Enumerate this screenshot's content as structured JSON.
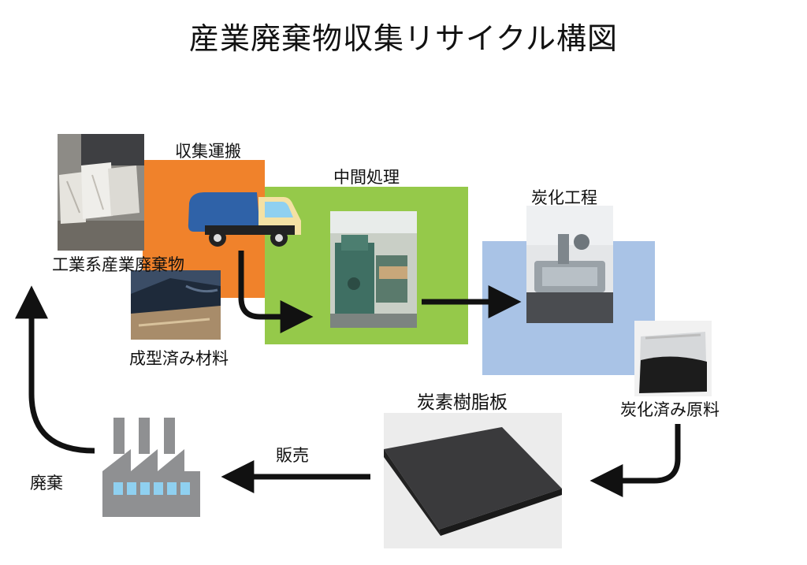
{
  "title": "産業廃棄物収集リサイクル構図",
  "labels": {
    "industrial_waste": "工業系産業廃棄物",
    "molded_material": "成型済み材料",
    "collection_transport": "収集運搬",
    "intermediate_processing": "中間処理",
    "carbonization_process": "炭化工程",
    "carbonized_raw_material": "炭化済み原料",
    "carbon_resin_board": "炭素樹脂板",
    "sales": "販売",
    "disposal": "廃棄"
  },
  "colors": {
    "collection_box": "#f0822b",
    "processing_box": "#95c94a",
    "carbonization_box": "#a9c3e6",
    "truck_cab": "#f4e1a4",
    "truck_body": "#2f62a8",
    "factory": "#8f9092",
    "factory_windows": "#8fd0f0",
    "arrow": "#111111"
  },
  "icons": {
    "truck": "garbage-truck-icon",
    "factory": "factory-icon"
  }
}
